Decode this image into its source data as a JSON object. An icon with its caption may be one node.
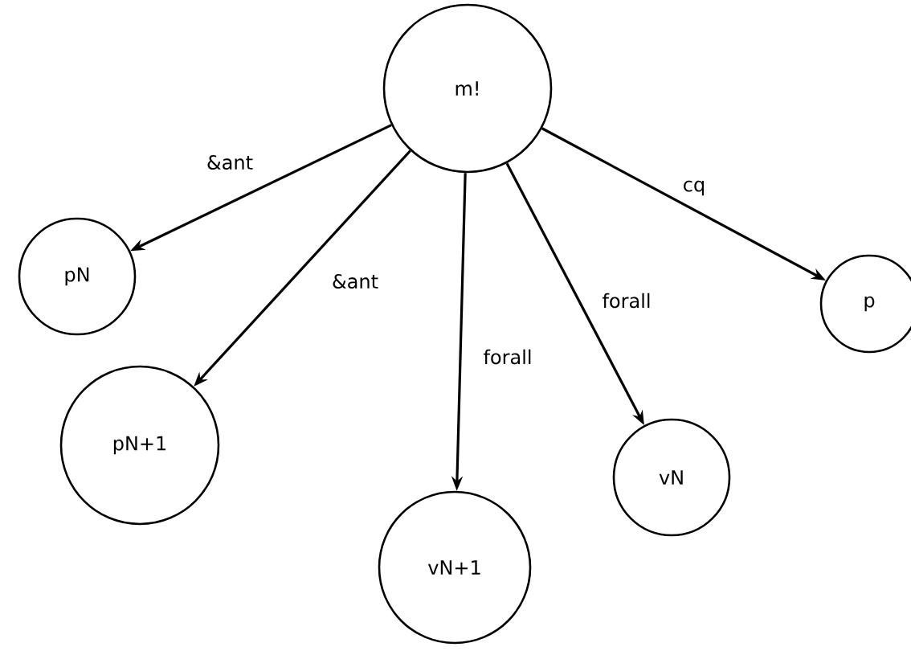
{
  "diagram": {
    "nodes": [
      {
        "text": [
          "m!"
        ]
      },
      {
        "text": [
          "pN"
        ]
      },
      {
        "text": [
          "pN+1"
        ]
      },
      {
        "text": [
          "vN+1"
        ]
      },
      {
        "text": [
          "vN"
        ]
      },
      {
        "text": [
          "p"
        ]
      }
    ],
    "edges": [
      {
        "from": 0,
        "to": 1,
        "arrow": "to",
        "label": "&ant"
      },
      {
        "from": 0,
        "to": 2,
        "arrow": "to",
        "label": "&ant"
      },
      {
        "from": 0,
        "to": 3,
        "arrow": "to",
        "label": "forall"
      },
      {
        "from": 0,
        "to": 4,
        "arrow": "to",
        "label": "forall"
      },
      {
        "from": 0,
        "to": 5,
        "arrow": "to",
        "label": "cq"
      }
    ]
  }
}
